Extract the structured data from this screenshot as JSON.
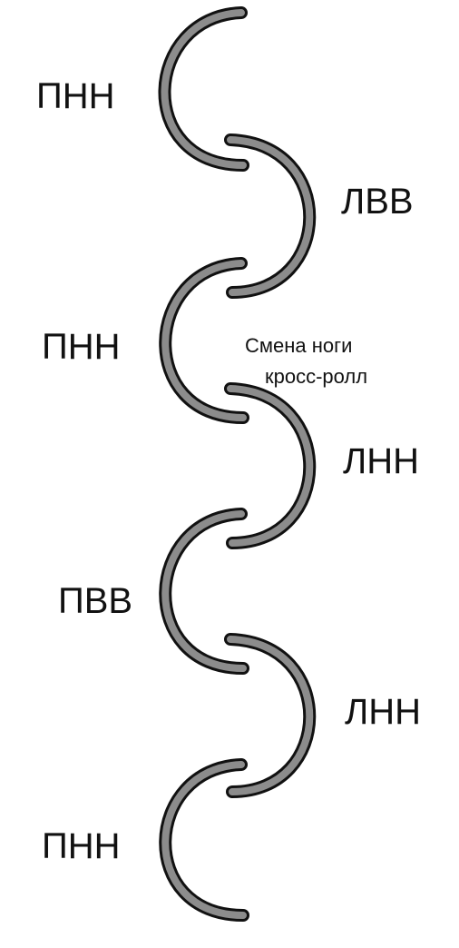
{
  "colors": {
    "arc_fill": "#8c8c8c",
    "arc_outline": "#111111",
    "text": "#111111",
    "background": "#ffffff"
  },
  "labels": [
    "ПНН",
    "ЛВВ",
    "ПНН",
    "ЛНН",
    "ПВВ",
    "ЛНН",
    "ПНН"
  ],
  "note": {
    "line1": "Смена ноги",
    "line2": "кросс-ролл"
  }
}
